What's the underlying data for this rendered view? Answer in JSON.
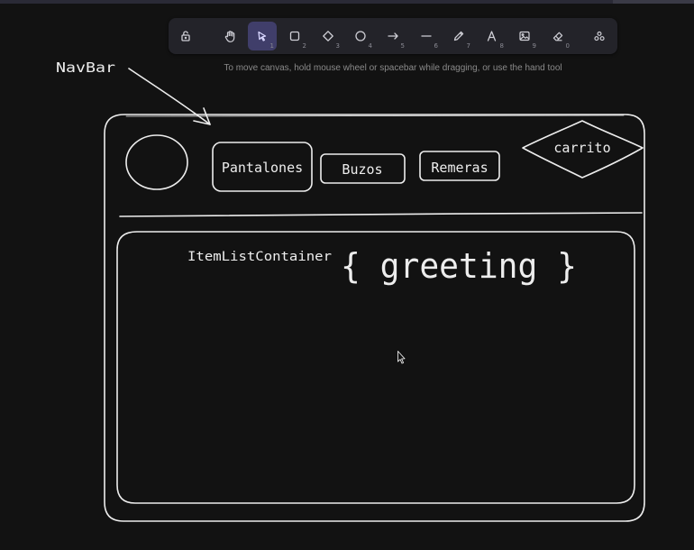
{
  "toolbar": {
    "tools": [
      {
        "name": "lock",
        "key": ""
      },
      {
        "name": "hand",
        "key": ""
      },
      {
        "name": "selection",
        "key": "1"
      },
      {
        "name": "rectangle",
        "key": "2"
      },
      {
        "name": "diamond",
        "key": "3"
      },
      {
        "name": "ellipse",
        "key": "4"
      },
      {
        "name": "arrow",
        "key": "5"
      },
      {
        "name": "line",
        "key": "6"
      },
      {
        "name": "draw",
        "key": "7"
      },
      {
        "name": "text",
        "key": "8"
      },
      {
        "name": "image",
        "key": "9"
      },
      {
        "name": "eraser",
        "key": "0"
      },
      {
        "name": "more-tools",
        "key": ""
      }
    ],
    "active_tool": "selection",
    "accent_color": "#403e6a"
  },
  "hint": "To move canvas, hold mouse wheel or spacebar while dragging, or use the hand tool",
  "sketch": {
    "navbar_label": "NavBar",
    "buttons": [
      "Pantalones",
      "Buzos",
      "Remeras"
    ],
    "cart_label": "carrito",
    "container_label": "ItemListContainer",
    "greeting_label": "{ greeting }"
  },
  "colors": {
    "canvas": "#121212",
    "stroke": "#ededed",
    "toolbar": "#232329"
  }
}
